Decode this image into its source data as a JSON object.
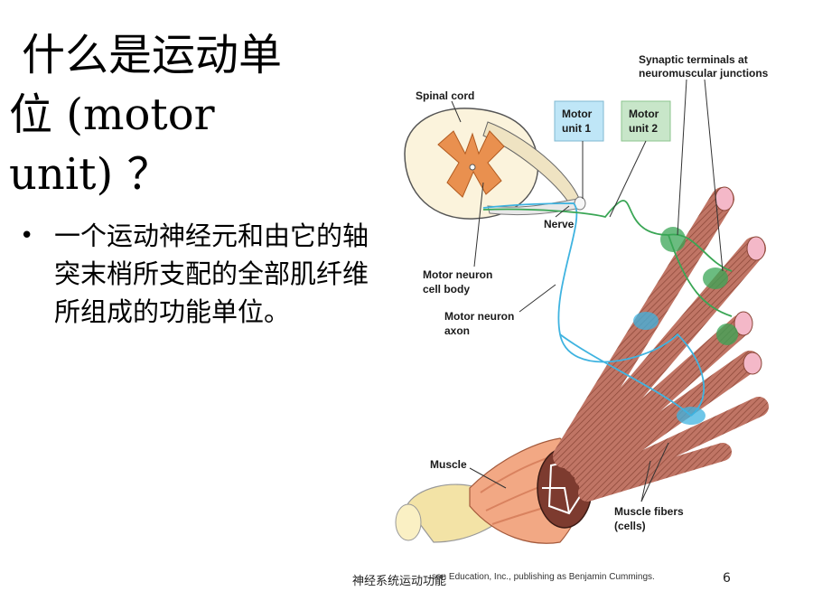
{
  "slide": {
    "title_line1": "什么是运动单",
    "title_line2": "位 (motor",
    "title_line3": "unit) ？",
    "bullet_marker": "•",
    "bullet_text": "一个运动神经元和由它的轴突末梢所支配的全部肌纤维所组成的功能单位。"
  },
  "figure": {
    "labels": {
      "spinal_cord": "Spinal cord",
      "synaptic_line1": "Synaptic terminals at",
      "synaptic_line2": "neuromuscular junctions",
      "motor_unit1_line1": "Motor",
      "motor_unit1_line2": "unit 1",
      "motor_unit2_line1": "Motor",
      "motor_unit2_line2": "unit 2",
      "nerve": "Nerve",
      "cell_body_line1": "Motor neuron",
      "cell_body_line2": "cell body",
      "axon_line1": "Motor neuron",
      "axon_line2": "axon",
      "muscle": "Muscle",
      "fibers_line1": "Muscle fibers",
      "fibers_line2": "(cells)"
    },
    "colors": {
      "unit1": "#3fb3e0",
      "unit2": "#3aa655",
      "unit1_box": "#bfe6f7",
      "unit2_box": "#c8e6c9",
      "fiber": "#b86a5c",
      "grey_matter": "#e9904f",
      "cord": "#fbf3dc",
      "bone": "#f3e3a6"
    }
  },
  "footer": {
    "credit": "son Education, Inc., publishing as Benjamin Cummings.",
    "center_text": "神经系统运动功能",
    "page_number": "6"
  }
}
